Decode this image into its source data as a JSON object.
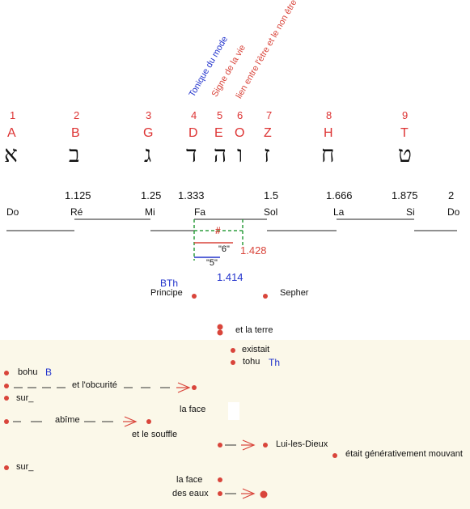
{
  "rotated_labels": [
    {
      "text": "Tonique du mode",
      "color": "#2233cc"
    },
    {
      "text": "Signe de la vie",
      "color": "#d9453b"
    },
    {
      "text": "lien entre l'être et le non être",
      "color": "#d9453b"
    }
  ],
  "letters": [
    {
      "num": "1",
      "latin": "A",
      "hebrew": "א"
    },
    {
      "num": "2",
      "latin": "B",
      "hebrew": "ב"
    },
    {
      "num": "3",
      "latin": "G",
      "hebrew": "ג"
    },
    {
      "num": "4",
      "latin": "D",
      "hebrew": "ד"
    },
    {
      "num": "5",
      "latin": "E",
      "hebrew": "ה"
    },
    {
      "num": "6",
      "latin": "O",
      "hebrew": "ו"
    },
    {
      "num": "7",
      "latin": "Z",
      "hebrew": "ז"
    },
    {
      "num": "8",
      "latin": "H",
      "hebrew": "ח"
    },
    {
      "num": "9",
      "latin": "T",
      "hebrew": "ט"
    }
  ],
  "ratios": [
    "1.125",
    "1.25",
    "1.333",
    "1.5",
    "1.666",
    "1.875",
    "2"
  ],
  "notes": [
    "Do",
    "Ré",
    "Mi",
    "Fa",
    "Sol",
    "La",
    "Si",
    "Do"
  ],
  "interval": {
    "sharp": "#",
    "six_label": "\"6\"",
    "six_value": "1.428",
    "five_label": "\"5\"",
    "five_value": "1.414"
  },
  "top_words": {
    "bth": "BTh",
    "principe": "Principe",
    "sepher": "Sepher",
    "et_la_terre": "et la terre"
  },
  "lower": {
    "existait": "existait",
    "tohu": "tohu",
    "th": "Th",
    "bohu": "bohu",
    "b": "B",
    "obscurite": "et l'obcurité",
    "sur1": "sur_",
    "la_face1": "la face",
    "abime": "abîme",
    "souffle": "et le souffle",
    "lui_les_dieux": "Lui-les-Dieux",
    "mouvant": "était générativement mouvant",
    "sur2": "sur_",
    "la_face2": "la face",
    "des_eaux": "des eaux"
  },
  "colors": {
    "red": "#d9453b",
    "blue": "#2233cc",
    "green": "#2e9e3e",
    "lower_bg": "#fbf8e9"
  }
}
